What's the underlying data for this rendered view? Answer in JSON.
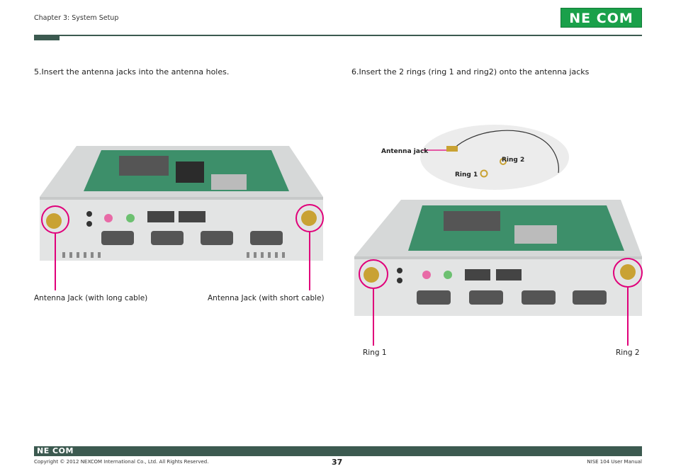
{
  "header": {
    "chapter": "Chapter 3: System Setup",
    "logo_text": "NE COM"
  },
  "steps": {
    "step5": "5.Insert the antenna jacks into the antenna holes.",
    "step6": "6.Insert the 2 rings (ring 1 and ring2) onto the antenna jacks"
  },
  "captions": {
    "long_cable": "Antenna Jack (with long cable)",
    "short_cable": "Antenna Jack (with short cable)",
    "ring1": "Ring 1",
    "ring2": "Ring 2"
  },
  "inset": {
    "antenna_jack": "Antenna jack",
    "ring1": "Ring 1",
    "ring2": "Ring 2"
  },
  "footer": {
    "logo_text": "NE COM",
    "copyright": "Copyright © 2012 NEXCOM International Co., Ltd. All Rights Reserved.",
    "page_number": "37",
    "manual": "NISE 104 User Manual"
  },
  "colors": {
    "brand_green": "#1aa04a",
    "rule_dark_green": "#3c5a50",
    "callout_magenta": "#e0007a"
  }
}
